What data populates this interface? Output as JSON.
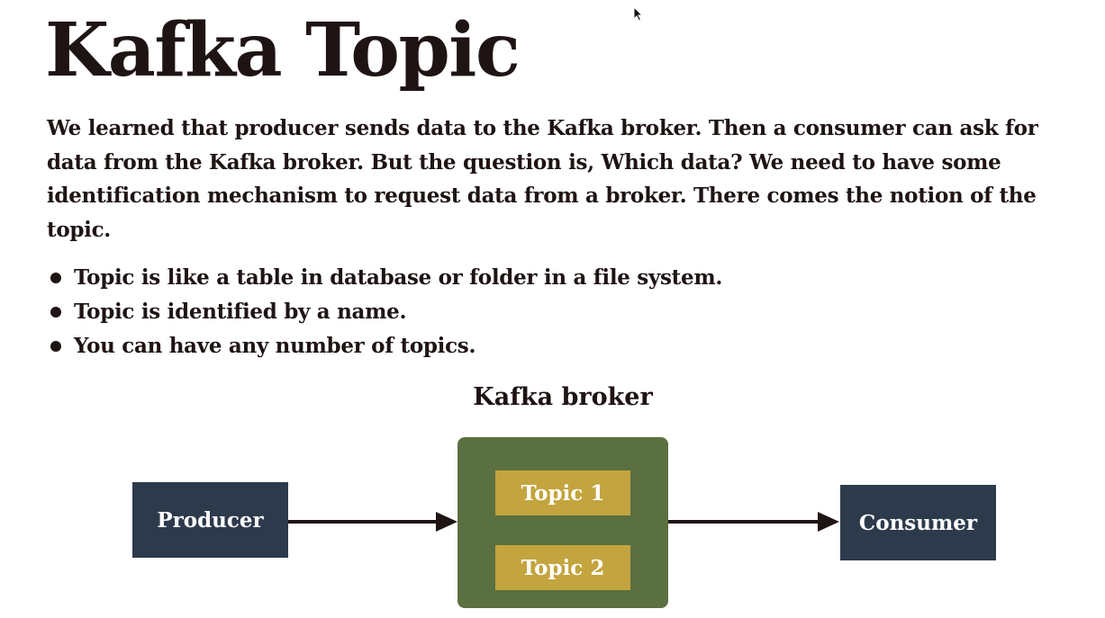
{
  "title": "Kafka Topic",
  "intro": "We learned that producer sends data to the Kafka broker. Then a consumer can ask for data from the Kafka broker. But the question is, Which data? We need to have some identification mechanism to request data from a broker. There comes the notion of the topic.",
  "bullets": [
    "Topic is like a table in database or folder in a file system.",
    "Topic is identified by a name.",
    "You can have any number of topics."
  ],
  "diagram": {
    "broker_label": "Kafka broker",
    "producer_label": "Producer",
    "consumer_label": "Consumer",
    "topics": [
      "Topic 1",
      "Topic 2"
    ],
    "colors": {
      "node": "#2d3a4c",
      "broker": "#5b7040",
      "topic": "#c3a43e",
      "arrow": "#1f1414"
    }
  }
}
